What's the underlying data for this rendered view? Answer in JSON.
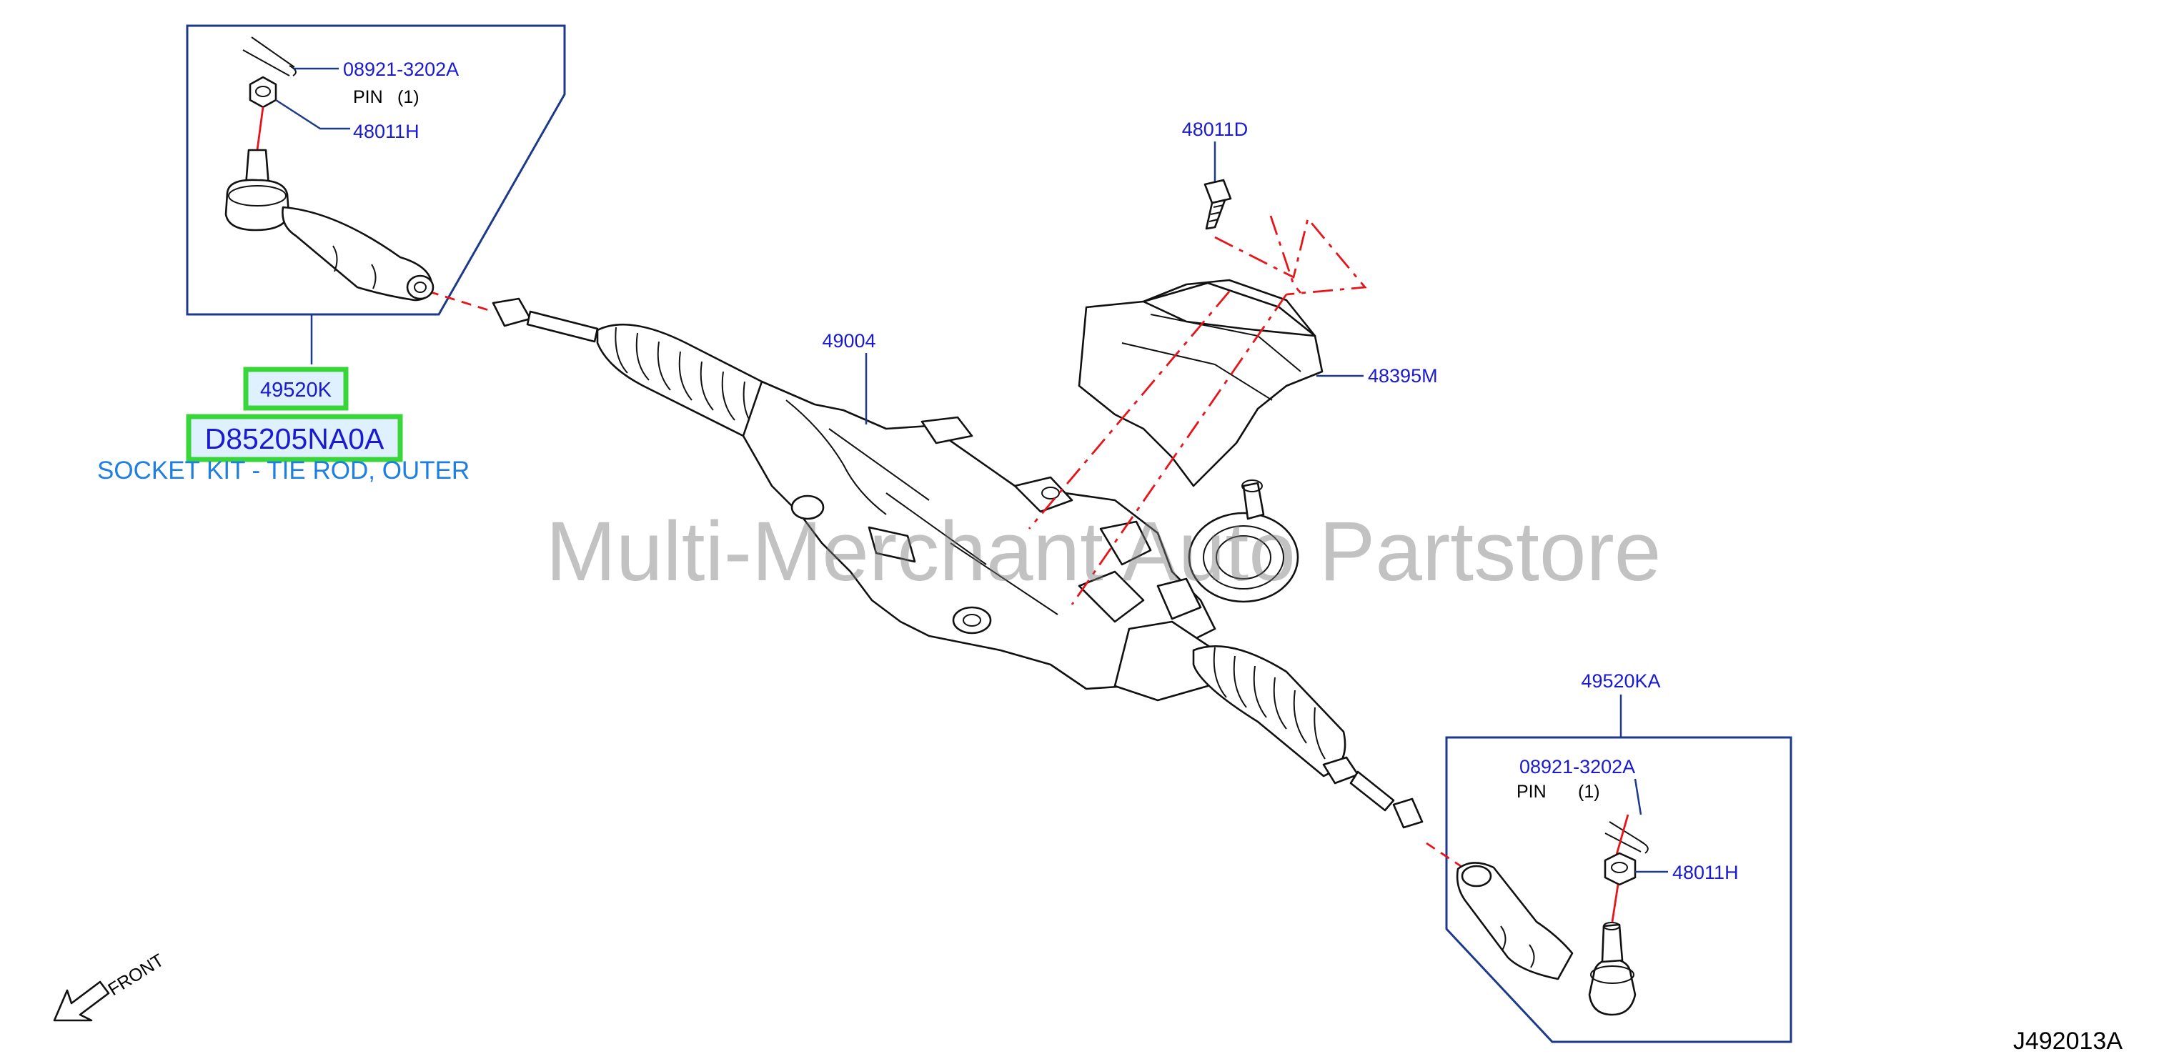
{
  "labels": {
    "left_pin_part": "08921-3202A",
    "left_pin_text": "PIN",
    "left_pin_qty": "(1)",
    "left_nut": "48011H",
    "bolt": "48011D",
    "rack": "49004",
    "bracket": "48395M",
    "right_assembly": "49520KA",
    "right_pin_part": "08921-3202A",
    "right_pin_text": "PIN",
    "right_pin_qty": "(1)",
    "right_nut": "48011H",
    "front": "FRONT",
    "diagram_code": "J492013A"
  },
  "highlight": {
    "part_number": "49520K",
    "oem_number": "D85205NA0A",
    "description": "SOCKET KIT - TIE ROD, OUTER"
  },
  "watermark": "Multi-Merchant Auto Partstore",
  "colors": {
    "label_blue": "#1a1ad0",
    "description_blue": "#1e7fe0",
    "frame_navy": "#1d3a8a",
    "highlight_green": "#39d639",
    "highlight_fill": "#dff0ff",
    "centerline_red": "#e8141a"
  },
  "icons": [
    "cotter-pin-icon",
    "castle-nut-icon",
    "bolt-icon",
    "front-arrow-icon"
  ]
}
